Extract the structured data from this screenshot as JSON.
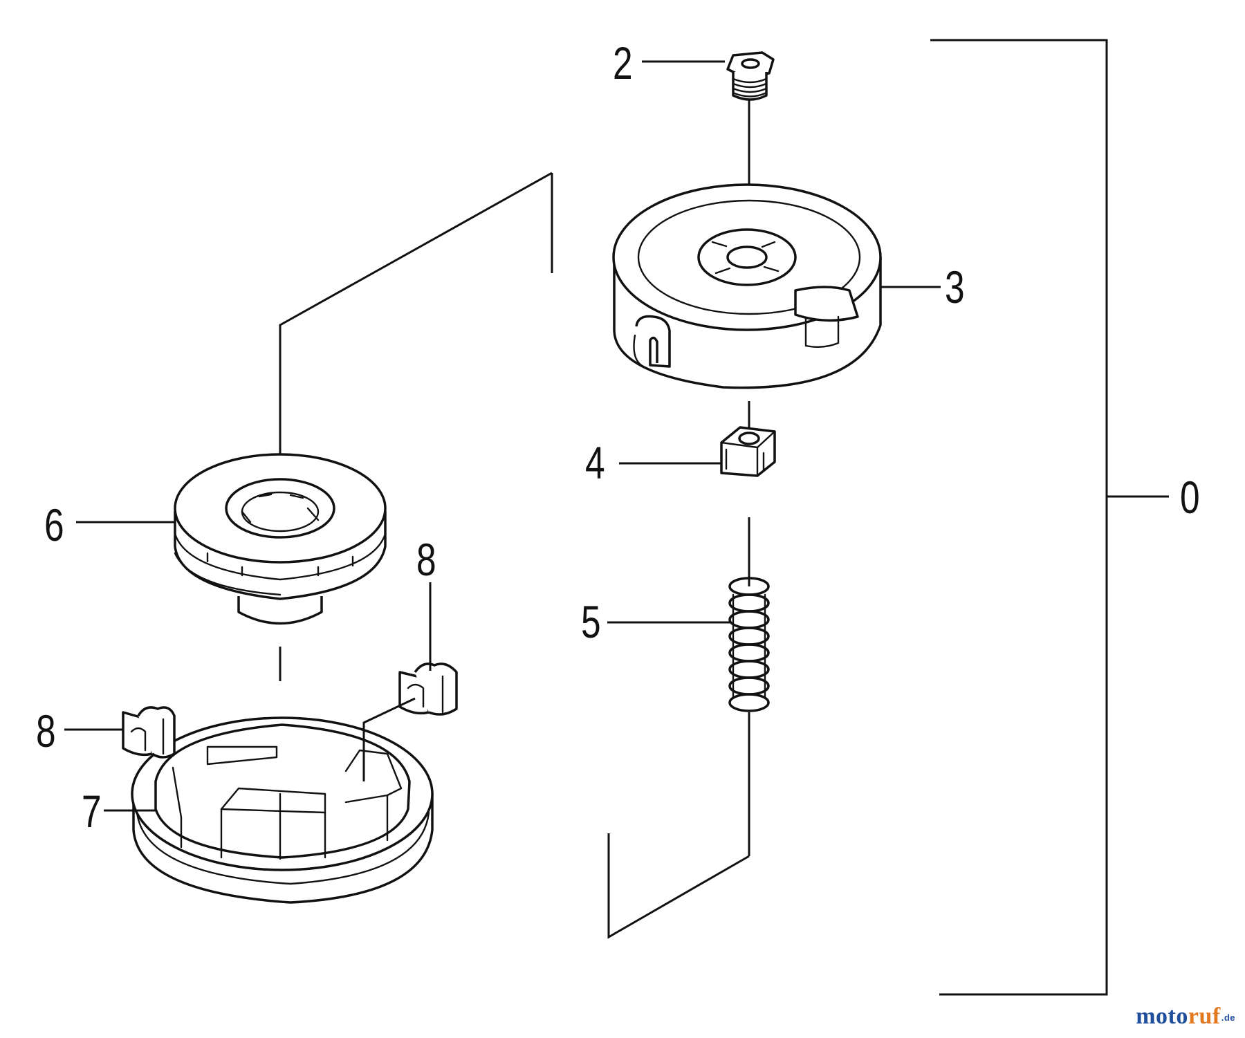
{
  "callouts": [
    {
      "id": "0",
      "label": "0"
    },
    {
      "id": "2",
      "label": "2"
    },
    {
      "id": "3",
      "label": "3"
    },
    {
      "id": "4",
      "label": "4"
    },
    {
      "id": "5",
      "label": "5"
    },
    {
      "id": "6",
      "label": "6"
    },
    {
      "id": "7",
      "label": "7"
    },
    {
      "id": "8a",
      "label": "8"
    },
    {
      "id": "8b",
      "label": "8"
    }
  ],
  "watermark": {
    "part1": "moto",
    "part2": "ruf",
    "suffix": ".de"
  }
}
